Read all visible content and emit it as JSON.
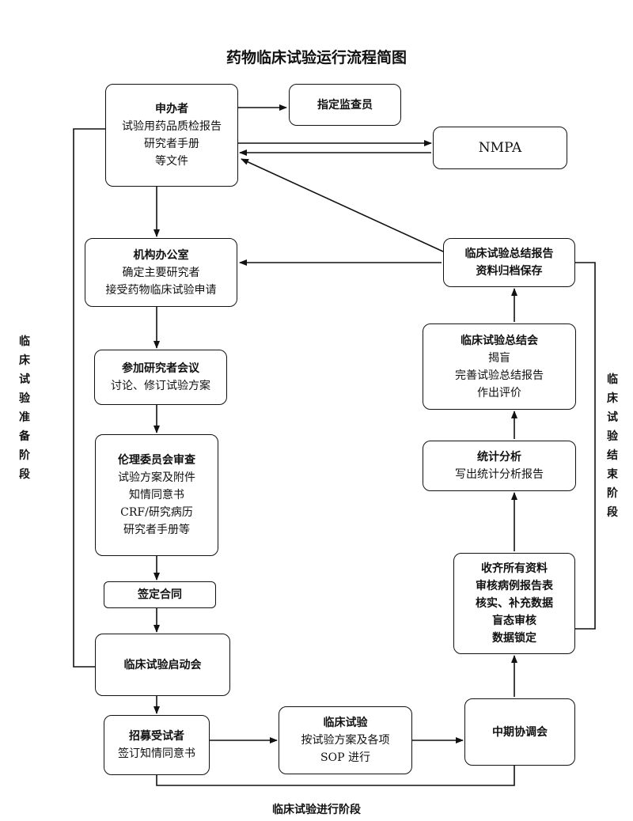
{
  "title": "药物临床试验运行流程简图",
  "boxes": {
    "sponsor": {
      "title": "申办者",
      "lines": [
        "试验用药品质检报告",
        "研究者手册",
        "等文件"
      ]
    },
    "monitor": {
      "title": "指定监查员"
    },
    "nmpa": {
      "title": "NMPA"
    },
    "office": {
      "title": "机构办公室",
      "lines": [
        "确定主要研究者",
        "接受药物临床试验申请"
      ]
    },
    "meeting": {
      "title": "参加研究者会议",
      "lines": [
        "讨论、修订试验方案"
      ]
    },
    "ethics": {
      "title": "伦理委员会审查",
      "lines": [
        "试验方案及附件",
        "知情同意书",
        "CRF/研究病历",
        "研究者手册等"
      ]
    },
    "contract": {
      "title": "签定合同"
    },
    "kickoff": {
      "title": "临床试验启动会"
    },
    "recruit": {
      "title": "招募受试者",
      "lines": [
        "签订知情同意书"
      ]
    },
    "trial": {
      "title": "临床试验",
      "lines": [
        "按试验方案及各项",
        "SOP 进行"
      ]
    },
    "midterm": {
      "title": "中期协调会"
    },
    "collect": {
      "lines": [
        "收齐所有资料",
        "审核病例报告表",
        "核实、补充数据",
        "盲态审核",
        "数据锁定"
      ]
    },
    "stats": {
      "title": "统计分析",
      "lines": [
        "写出统计分析报告"
      ]
    },
    "summary_meeting": {
      "title": "临床试验总结会",
      "lines": [
        "揭盲",
        "完善试验总结报告",
        "作出评价"
      ]
    },
    "final_report": {
      "title": "临床试验总结报告",
      "lines": [
        "资料归档保存"
      ]
    }
  },
  "phases": {
    "prep": "临床试验准备阶段",
    "end": "临床试验结束阶段",
    "run": "临床试验进行阶段"
  }
}
